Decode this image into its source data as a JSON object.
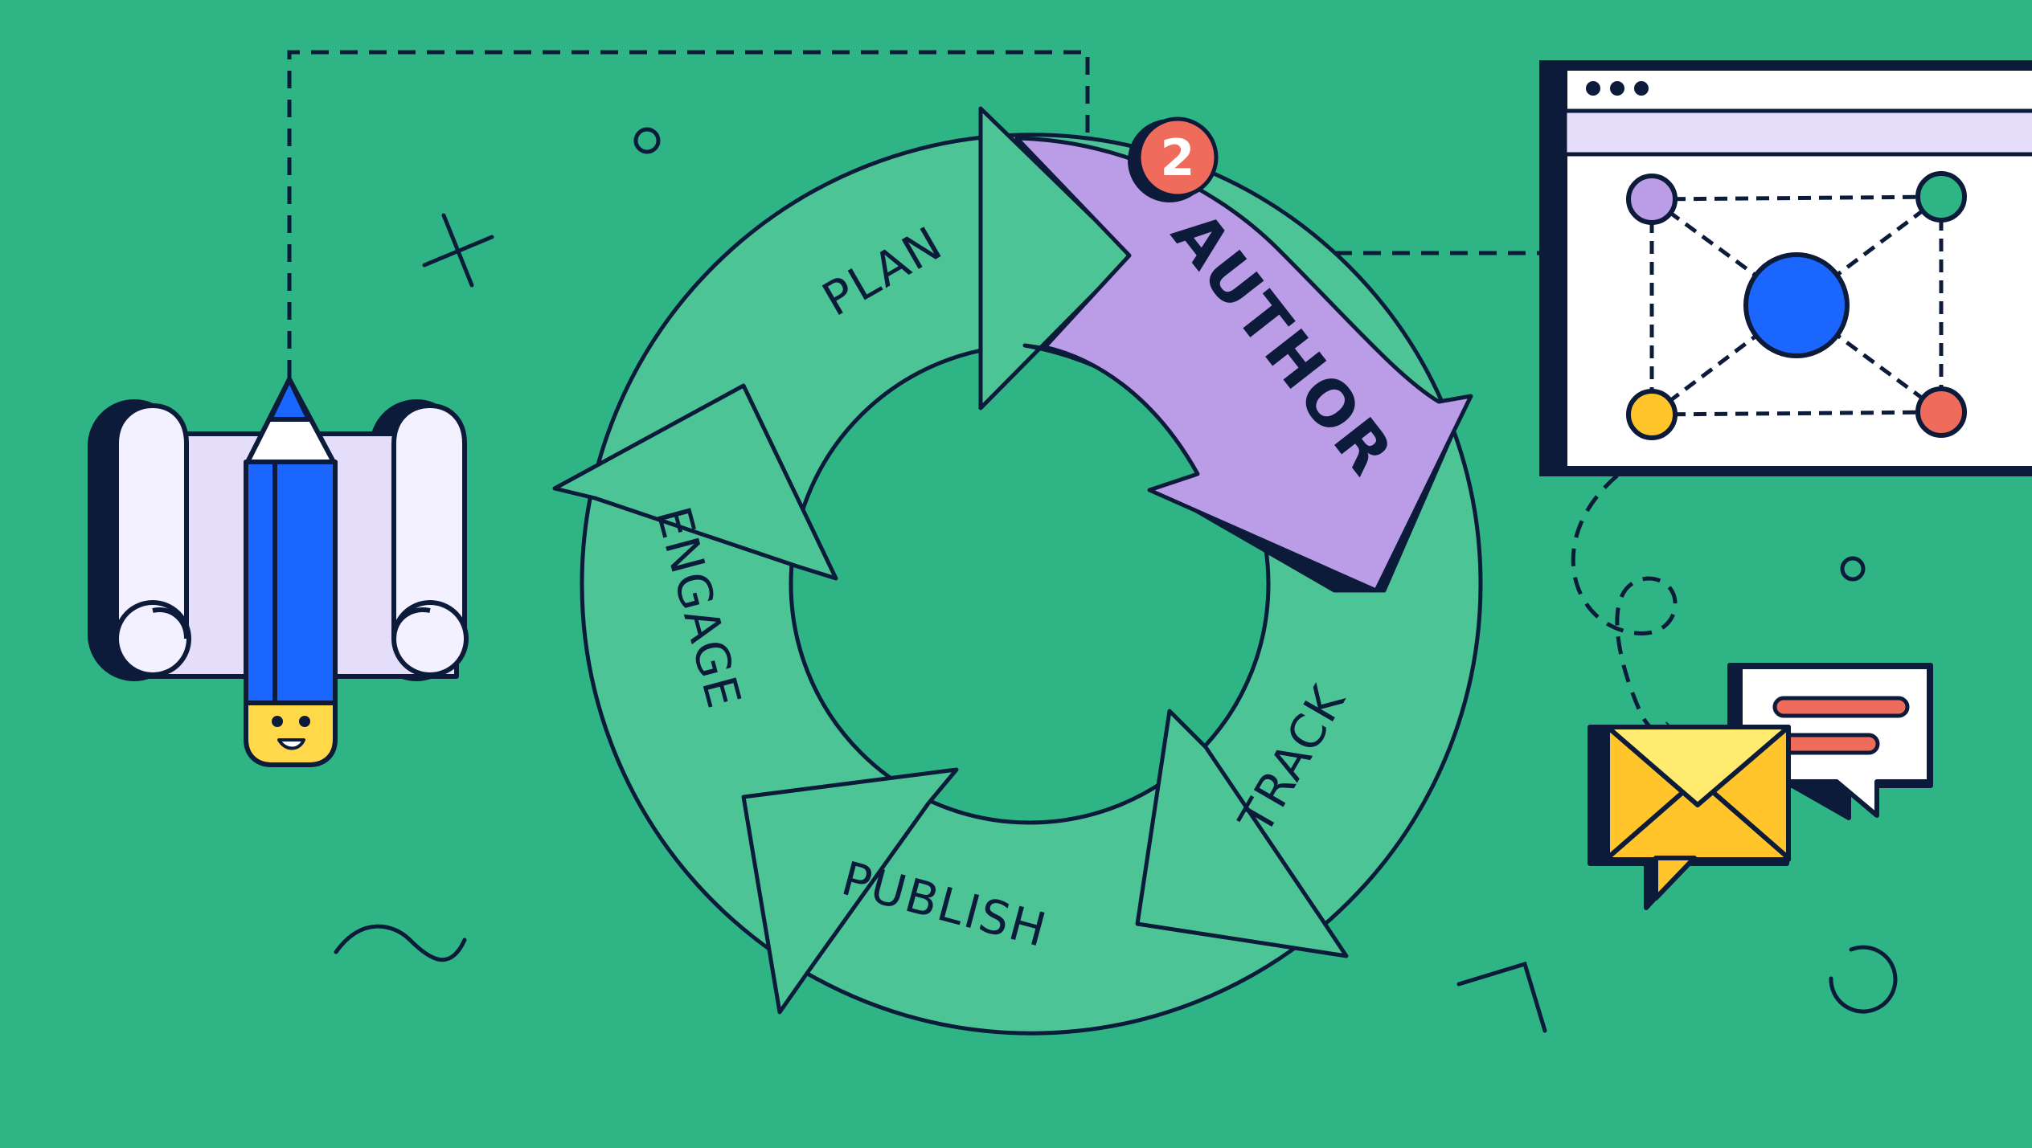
{
  "diagram": {
    "stages": [
      {
        "label": "PLAN",
        "active": false
      },
      {
        "label": "AUTHOR",
        "active": true
      },
      {
        "label": "TRACK",
        "active": false
      },
      {
        "label": "PUBLISH",
        "active": false
      },
      {
        "label": "ENGAGE",
        "active": false
      }
    ],
    "active_step": "2"
  },
  "colors": {
    "background": "#2fb585",
    "ring": "#4dc496",
    "active_arrow": "#bb9ce6",
    "outline": "#0d1b3a",
    "badge": "#ef6b5b",
    "pencil_blue": "#1a66ff",
    "envelope_yellow": "#ffc52a"
  },
  "icons": [
    "scroll-icon",
    "pencil-icon",
    "network-window-icon",
    "envelope-icon",
    "chat-bubble-icon"
  ]
}
